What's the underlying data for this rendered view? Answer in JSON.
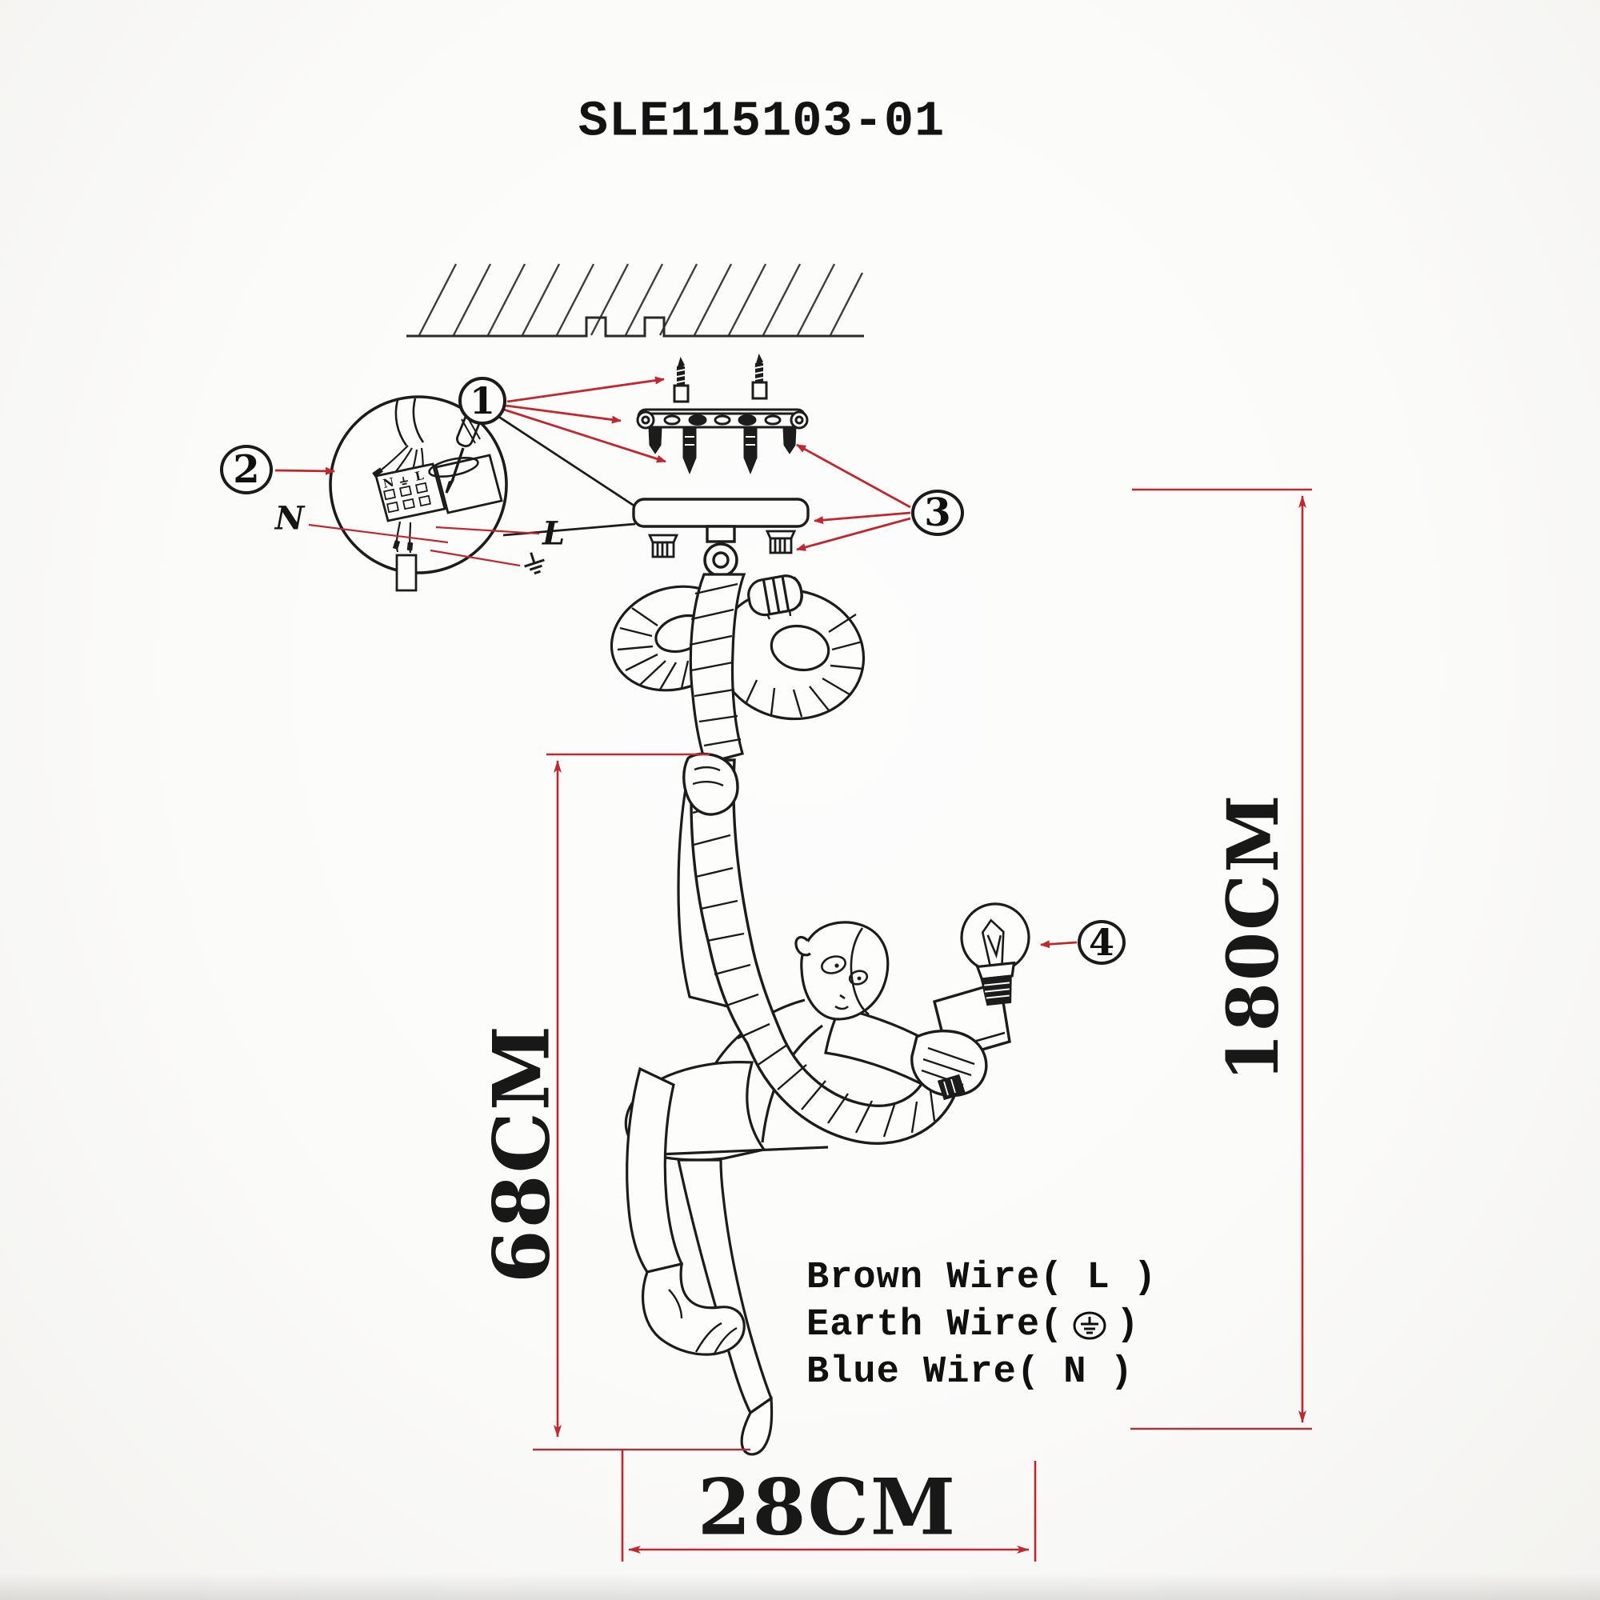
{
  "title": "SLE115103-01",
  "colors": {
    "line": "#1c1c1c",
    "red": "#c1272d",
    "background": "#fbfbfa"
  },
  "callouts": [
    {
      "label": "1"
    },
    {
      "label": "2"
    },
    {
      "label": "3"
    },
    {
      "label": "4"
    }
  ],
  "wiring": {
    "neutral": "N",
    "live": "L"
  },
  "legend": {
    "line1": "Brown Wire( L )",
    "line2_prefix": "Earth Wire(",
    "line2_suffix": ")",
    "line3": "Blue Wire( N )"
  },
  "dimensions": {
    "total_height": "180CM",
    "figure_height": "68CM",
    "width": "28CM"
  }
}
